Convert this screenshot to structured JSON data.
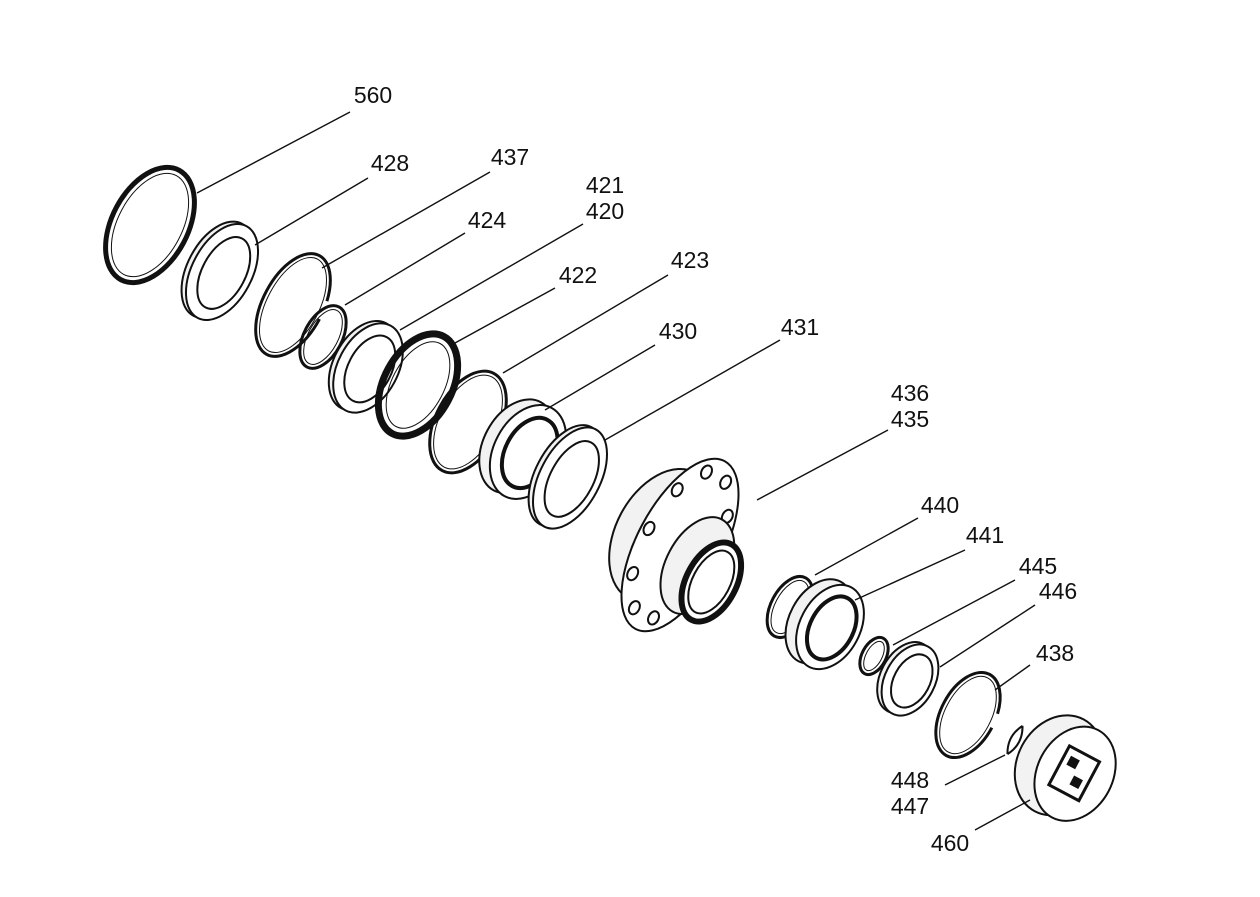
{
  "diagram": {
    "type": "exploded-parts-view",
    "parts": [
      {
        "id": "p560",
        "labels": [
          "560"
        ]
      },
      {
        "id": "p428",
        "labels": [
          "428"
        ]
      },
      {
        "id": "p437",
        "labels": [
          "437"
        ]
      },
      {
        "id": "p424",
        "labels": [
          "424"
        ]
      },
      {
        "id": "p421",
        "labels": [
          "421",
          "420"
        ]
      },
      {
        "id": "p422",
        "labels": [
          "422"
        ]
      },
      {
        "id": "p423",
        "labels": [
          "423"
        ]
      },
      {
        "id": "p430",
        "labels": [
          "430"
        ]
      },
      {
        "id": "p431",
        "labels": [
          "431"
        ]
      },
      {
        "id": "p436",
        "labels": [
          "436",
          "435"
        ]
      },
      {
        "id": "p440",
        "labels": [
          "440"
        ]
      },
      {
        "id": "p441",
        "labels": [
          "441"
        ]
      },
      {
        "id": "p445",
        "labels": [
          "445"
        ]
      },
      {
        "id": "p446",
        "labels": [
          "446"
        ]
      },
      {
        "id": "p438",
        "labels": [
          "438"
        ]
      },
      {
        "id": "p448",
        "labels": [
          "448",
          "447"
        ]
      },
      {
        "id": "p460",
        "labels": [
          "460"
        ]
      }
    ],
    "colors": {
      "ink": "#111111",
      "background": "#ffffff",
      "fill": "#f2f2f2"
    }
  }
}
